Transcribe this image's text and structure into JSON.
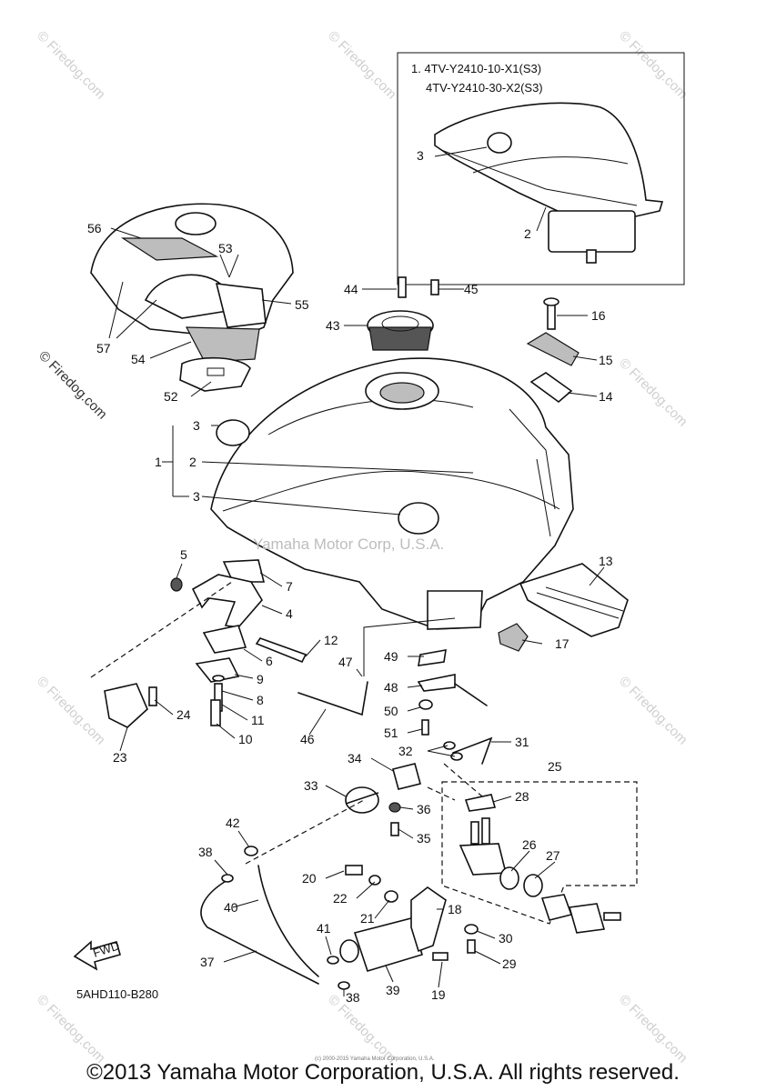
{
  "inset": {
    "line1": "1. 4TV-Y2410-10-X1(S3)",
    "line2": "4TV-Y2410-30-X2(S3)"
  },
  "labels": {
    "p1": "1",
    "p2": "2",
    "p3": "3",
    "p4": "4",
    "p5": "5",
    "p6": "6",
    "p7": "7",
    "p8": "8",
    "p9": "9",
    "p10": "10",
    "p11": "11",
    "p12": "12",
    "p13": "13",
    "p14": "14",
    "p15": "15",
    "p16": "16",
    "p17": "17",
    "p18": "18",
    "p19": "19",
    "p20": "20",
    "p21": "21",
    "p22": "22",
    "p23": "23",
    "p24": "24",
    "p25": "25",
    "p26": "26",
    "p27": "27",
    "p28": "28",
    "p29": "29",
    "p30": "30",
    "p31": "31",
    "p32": "32",
    "p33": "33",
    "p34": "34",
    "p35": "35",
    "p36": "36",
    "p37": "37",
    "p38": "38",
    "p39": "39",
    "p40": "40",
    "p41": "41",
    "p42": "42",
    "p43": "43",
    "p44": "44",
    "p45": "45",
    "p46": "46",
    "p47": "47",
    "p48": "48",
    "p49": "49",
    "p50": "50",
    "p51": "51",
    "p52": "52",
    "p53": "53",
    "p54": "54",
    "p55": "55",
    "p56": "56",
    "p57": "57"
  },
  "fwd_label": "FWD",
  "diagram_code": "5AHD110-B280",
  "watermark": "© Firedog.com",
  "center_watermark": "Yamaha Motor Corp, U.S.A.",
  "fine_print": "(c) 2000-2015 Yamaha Motor Corporation, U.S.A.",
  "copyright": "©2013 Yamaha Motor Corporation, U.S.A. All rights reserved."
}
